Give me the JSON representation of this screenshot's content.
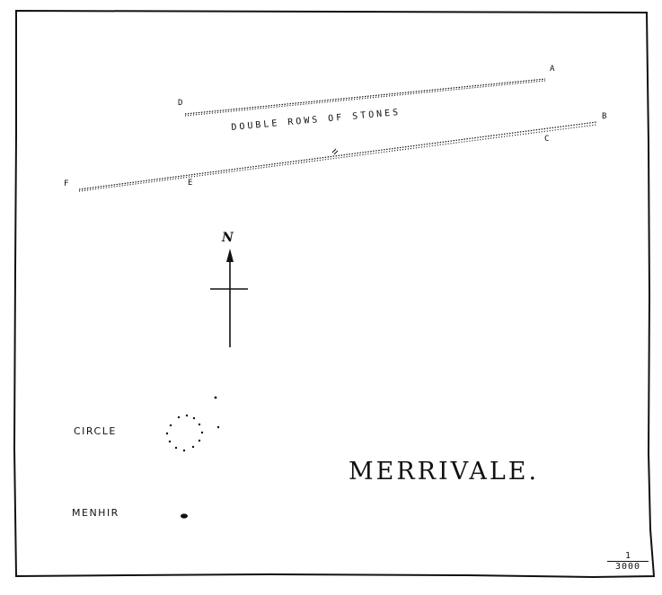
{
  "title": "MERRIVALE.",
  "north_label": "N",
  "rows_label": "DOUBLE ROWS OF STONES",
  "points": {
    "A": "A",
    "B": "B",
    "C": "C",
    "D": "D",
    "E": "E",
    "F": "F"
  },
  "features": {
    "circle": "CIRCLE",
    "menhir": "MENHIR"
  },
  "scale": {
    "numerator": "1",
    "denominator": "3000"
  },
  "colors": {
    "ink": "#111111",
    "paper": "#ffffff"
  },
  "icons": [
    "north-arrow-icon",
    "stone-circle-icon",
    "menhir-icon",
    "stone-row-icon"
  ]
}
